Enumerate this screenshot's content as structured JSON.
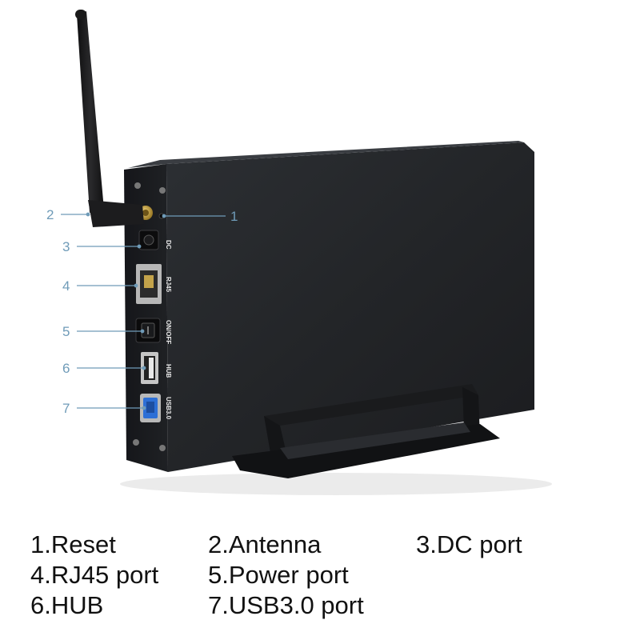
{
  "device": {
    "port_labels": {
      "dc": "DC",
      "rj45": "RJ45",
      "onoff": "ON/OFF",
      "hub": "HUB",
      "usb": "USB3.0"
    },
    "colors": {
      "body": "#222426",
      "top_face": "#2b2d30",
      "side_face": "#16171a",
      "antenna": "#1a1a1a",
      "gold": "#c9a646",
      "usb_blue": "#2d6fd6",
      "callout": "#6f9bb8"
    }
  },
  "callouts": [
    "1",
    "2",
    "3",
    "4",
    "5",
    "6",
    "7"
  ],
  "legend": [
    "1.Reset",
    "2.Antenna",
    "3.DC port",
    "4.RJ45 port",
    "5.Power port",
    "6.HUB",
    "7.USB3.0 port"
  ]
}
